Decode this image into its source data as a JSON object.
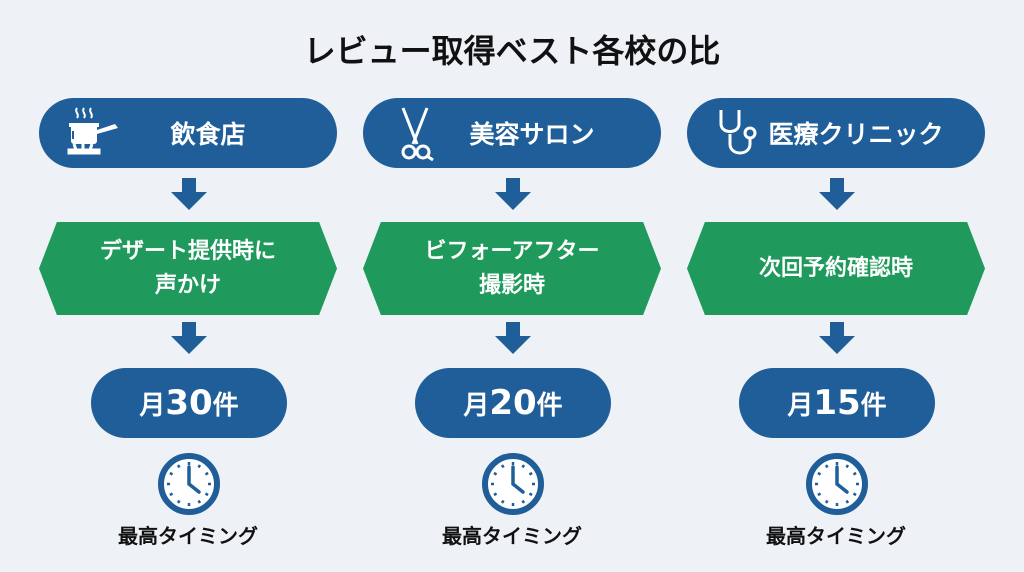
{
  "title": "レビュー取得ベスト各校の比",
  "colors": {
    "blue": "#1f5e98",
    "green": "#1f9a5c",
    "background": "#eef2f6"
  },
  "columns": [
    {
      "icon": "cooking-pot-icon",
      "category": "飲食店",
      "timing_line1": "デザート提供時に",
      "timing_line2": "声かけ",
      "count_prefix": "月",
      "count_value": "30",
      "count_suffix": "件",
      "label": "最高タイミング"
    },
    {
      "icon": "scissors-icon",
      "category": "美容サロン",
      "timing_line1": "ビフォーアフター",
      "timing_line2": "撮影時",
      "count_prefix": "月",
      "count_value": "20",
      "count_suffix": "件",
      "label": "最高タイミング"
    },
    {
      "icon": "stethoscope-icon",
      "category": "医療クリニック",
      "timing_line1": "次回予約確認時",
      "timing_line2": "",
      "count_prefix": "月",
      "count_value": "15",
      "count_suffix": "件",
      "label": "最高タイミング"
    }
  ]
}
